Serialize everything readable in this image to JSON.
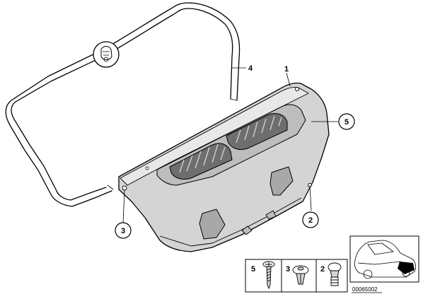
{
  "callouts": {
    "trim_panel": "1",
    "clip": "2",
    "expanding_rivet": "3",
    "seal": "4",
    "fillister_screw": "5"
  },
  "legend": {
    "items": [
      {
        "number": "5",
        "icon": "screw-icon"
      },
      {
        "number": "3",
        "icon": "expanding-rivet-icon"
      },
      {
        "number": "2",
        "icon": "clip-icon"
      }
    ]
  },
  "diagram_code": "00065002",
  "colors": {
    "line": "#000000",
    "panel_fill": "#d4d4d4",
    "panel_shade": "#a8a8a8",
    "grille_dark": "#6e6e6e",
    "background": "#ffffff"
  }
}
